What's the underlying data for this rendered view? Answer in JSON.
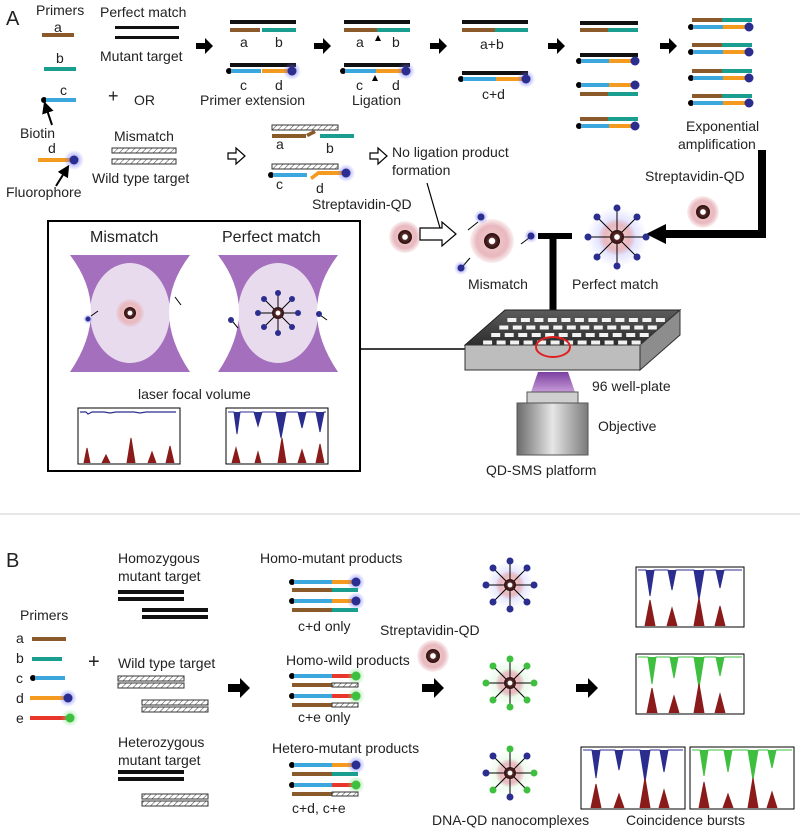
{
  "panel_a": {
    "letter": "A",
    "primers": "Primers",
    "a": "a",
    "b": "b",
    "c": "c",
    "d": "d",
    "biotin": "Biotin",
    "fluorophore": "Fluorophore",
    "plus": "+",
    "or": "OR",
    "perfect_match": "Perfect match",
    "mutant_target": "Mutant target",
    "mismatch": "Mismatch",
    "wild_type_target": "Wild type target",
    "primer_extension": "Primer extension",
    "ligation": "Ligation",
    "a_plus_b": "a+b",
    "c_plus_d": "c+d",
    "exponential": "Exponential",
    "amplification": "amplification",
    "no_ligation_1": "No ligation product",
    "no_ligation_2": "formation",
    "streptavidin_qd_1": "Streptavidin-QD",
    "streptavidin_qd_2": "Streptavidin-QD",
    "mismatch_label": "Mismatch",
    "perfect_match_label": "Perfect match",
    "inset_mismatch": "Mismatch",
    "inset_perfect": "Perfect match",
    "laser_focal_volume": "laser focal volume",
    "well_plate": "96 well-plate",
    "objective": "Objective",
    "qd_sms": "QD-SMS platform"
  },
  "panel_b": {
    "letter": "B",
    "primers": "Primers",
    "a": "a",
    "b": "b",
    "c": "c",
    "d": "d",
    "e": "e",
    "plus": "+",
    "homozygous_1": "Homozygous",
    "homozygous_2": "mutant target",
    "wild_type_target": "Wild type target",
    "heterozygous_1": "Heterozygous",
    "heterozygous_2": "mutant target",
    "homo_mutant_products": "Homo-mutant products",
    "cd_only": "c+d only",
    "homo_wild_products": "Homo-wild products",
    "ce_only": "c+e only",
    "hetero_mutant_products": "Hetero-mutant products",
    "cd_ce": "c+d, c+e",
    "streptavidin_qd": "Streptavidin-QD",
    "dna_qd": "DNA-QD nanocomplexes",
    "coincidence": "Coincidence bursts"
  },
  "colors": {
    "brown": "#8b5a2b",
    "teal": "#1a9e8f",
    "blue": "#3ba7dc",
    "orange": "#f39a1f",
    "red": "#e8362a",
    "navy": "#2b2d8f",
    "green": "#3fbf3f",
    "purple": "#7a2e8e",
    "darkred": "#8b1a1a"
  }
}
